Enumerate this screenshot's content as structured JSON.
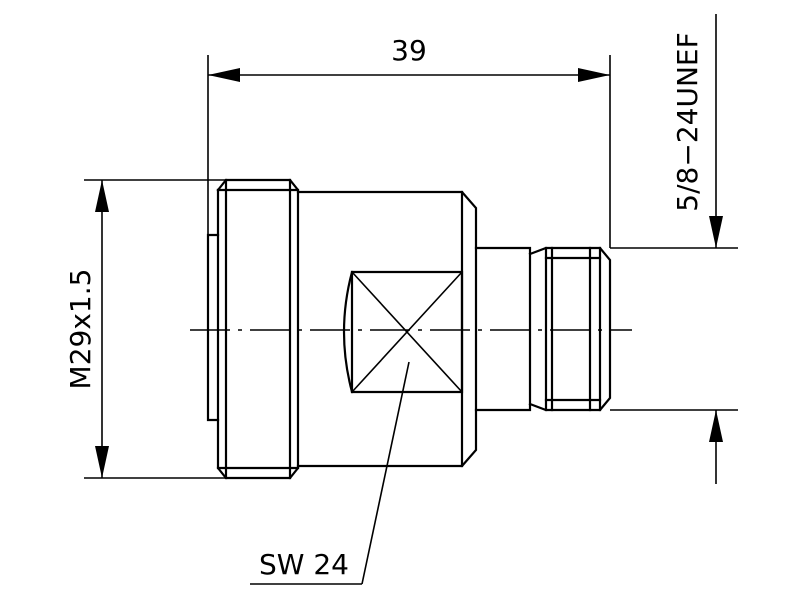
{
  "drawing": {
    "dimensions": {
      "length": "39",
      "outer_thread": "M29x1.5",
      "inner_thread": "5/8−24UNEF",
      "wrench_size": "SW 24"
    }
  }
}
